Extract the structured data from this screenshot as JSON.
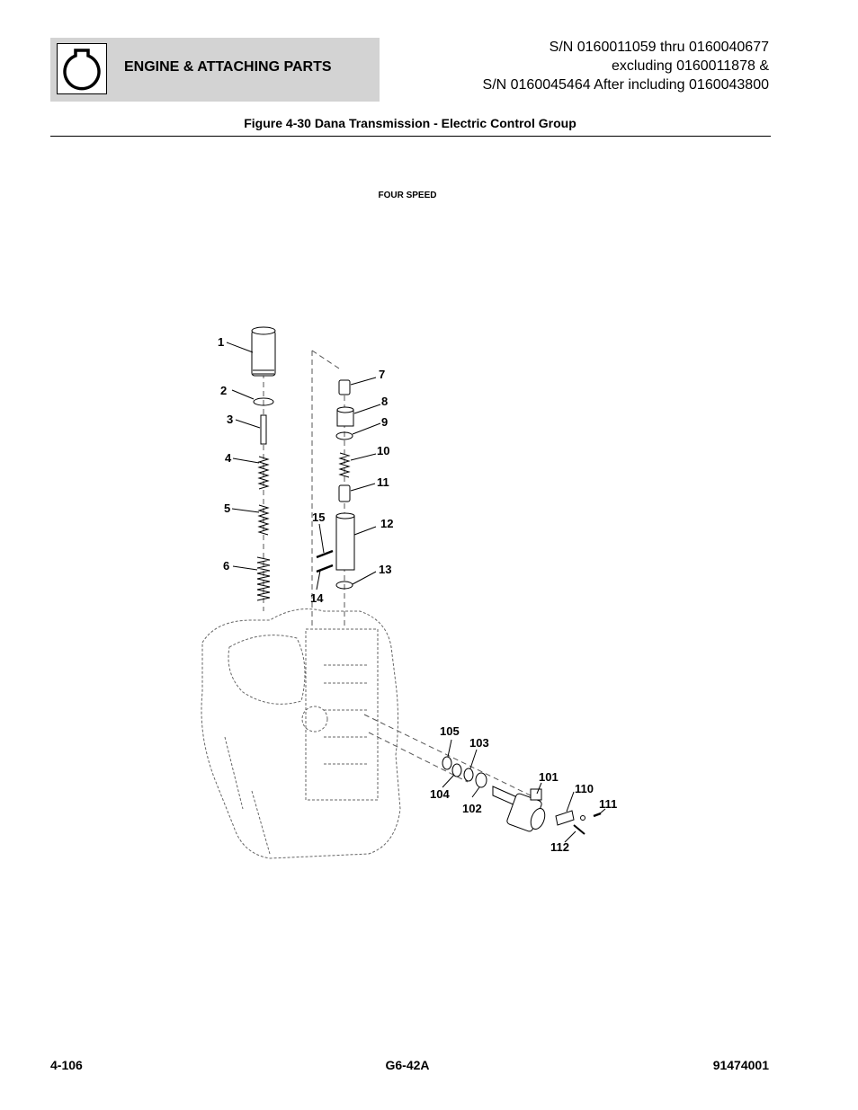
{
  "header": {
    "section_title": "ENGINE & ATTACHING PARTS",
    "icon": "engine-icon",
    "serial_lines": [
      "S/N 0160011059 thru 0160040677",
      "excluding 0160011878 &",
      "S/N 0160045464 After including 0160043800"
    ]
  },
  "figure": {
    "title": "Figure 4-30 Dana Transmission - Electric Control Group",
    "caption": "FOUR SPEED",
    "callouts": [
      "1",
      "2",
      "3",
      "4",
      "5",
      "6",
      "7",
      "8",
      "9",
      "10",
      "11",
      "12",
      "13",
      "14",
      "15",
      "101",
      "102",
      "103",
      "104",
      "105",
      "110",
      "111",
      "112"
    ]
  },
  "footer": {
    "page": "4-106",
    "model": "G6-42A",
    "doc_number": "91474001"
  }
}
